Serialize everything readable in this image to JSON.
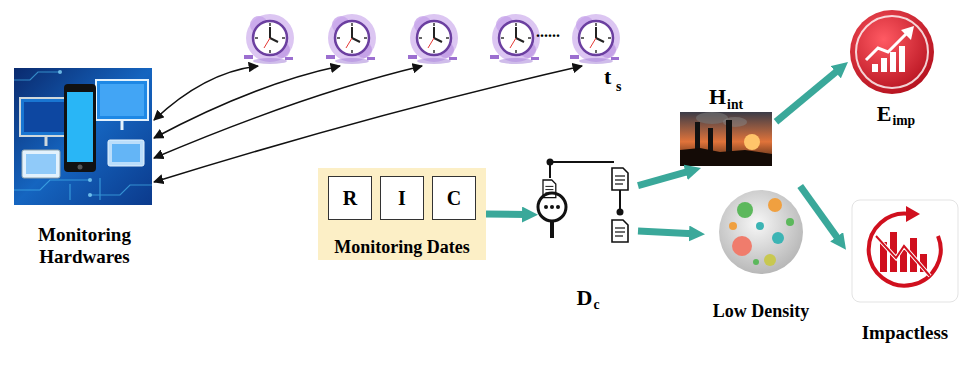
{
  "diagram": {
    "nodes": [
      {
        "text": [
          "Monitoring Hardwares"
        ]
      },
      {
        "text": [
          "Monitoring Dates"
        ]
      },
      {
        "text": [
          "R"
        ],
        "in": 1
      },
      {
        "text": [
          "I"
        ],
        "in": 1
      },
      {
        "text": [
          "C"
        ],
        "in": 1
      },
      {
        "text": [
          "D",
          "c"
        ]
      },
      {
        "text": [
          "H",
          "int"
        ]
      },
      {
        "text": [
          "Low Density"
        ]
      },
      {
        "text": [
          "E",
          "imp"
        ]
      },
      {
        "text": [
          "Impactless"
        ]
      }
    ],
    "edges": [
      {
        "from": 1,
        "to": 5,
        "arrow": "to"
      },
      {
        "from": 5,
        "to": 6,
        "arrow": "to"
      },
      {
        "from": 5,
        "to": 7,
        "arrow": "to"
      },
      {
        "from": 6,
        "to": 8,
        "arrow": "to"
      },
      {
        "from": 7,
        "to": 9,
        "arrow": "to"
      }
    ],
    "labels": [
      "......",
      "t",
      "s"
    ]
  }
}
